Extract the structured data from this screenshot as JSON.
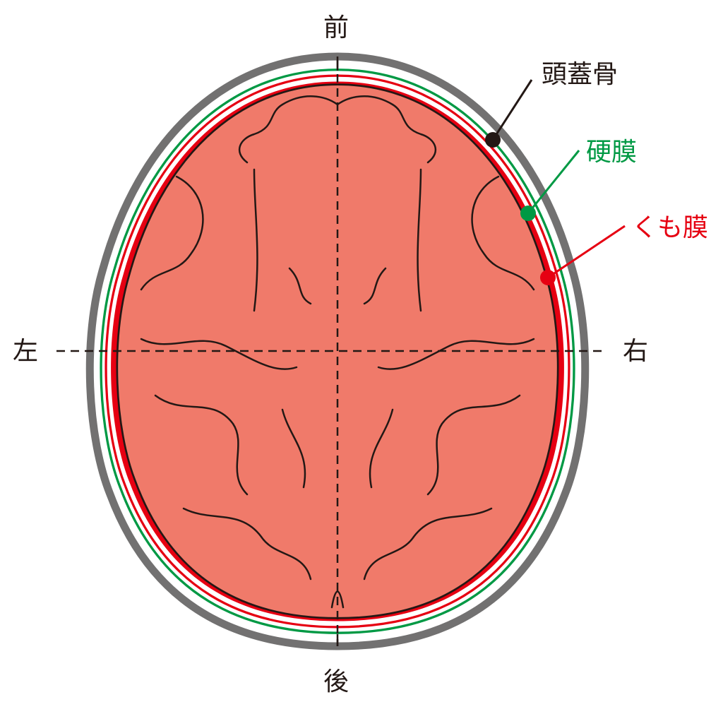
{
  "directions": {
    "front": "前",
    "back": "後",
    "left": "左",
    "right": "右"
  },
  "labels": {
    "skull": "頭蓋骨",
    "dura": "硬膜",
    "arachnoid": "くも膜"
  },
  "colors": {
    "skull": "#727171",
    "dura": "#009944",
    "arachnoid": "#e60012",
    "brain": "#f07a6a",
    "skull_label": "#231815"
  }
}
